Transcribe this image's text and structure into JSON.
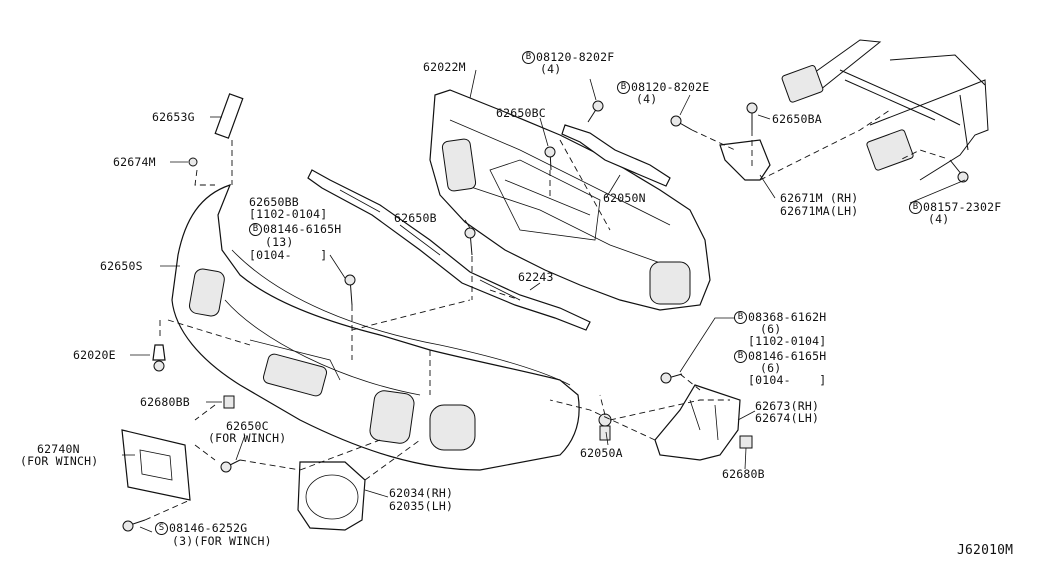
{
  "labels": {
    "p62022M": "62022M",
    "p08120_8202F": "08120-8202F",
    "q4a": "(4)",
    "p08120_8202E": "08120-8202E",
    "q4b": "(4)",
    "p62650BC": "62650BC",
    "p62650BA": "62650BA",
    "p62653G": "62653G",
    "p62674M": "62674M",
    "p62050N": "62050N",
    "p62650BB": "62650BB",
    "d1102_0104_a": "[1102-0104]",
    "p08146_6165H_a": "08146-6165H",
    "q13": "(13)",
    "d0104_a": "[0104-    ]",
    "p62650B": "62650B",
    "p62671M": "62671M (RH)",
    "p62671MA": "62671MA(LH)",
    "p08157_2302F": "08157-2302F",
    "q4c": "(4)",
    "p62650S": "62650S",
    "p62243": "62243",
    "p62020E": "62020E",
    "p08368_6162H": "08368-6162H",
    "q6a": "(6)",
    "d1102_0104_b": "[1102-0104]",
    "p08146_6165H_b": "08146-6165H",
    "q6b": "(6)",
    "d0104_b": "[0104-    ]",
    "p62680BB": "62680BB",
    "p62650C": "62650C",
    "for_winch_a": "(FOR WINCH)",
    "p62673": "62673(RH)",
    "p62674": "62674(LH)",
    "p62740N": "62740N",
    "for_winch_b": "(FOR WINCH)",
    "p62050A": "62050A",
    "p62680B": "62680B",
    "p62034": "62034(RH)",
    "p62035": "62035(LH)",
    "p08146_6252G": "08146-6252G",
    "q3_winch": "(3)(FOR WINCH)",
    "diagram_code": "J62010M"
  },
  "badges": {
    "b": "B",
    "s": "S"
  }
}
